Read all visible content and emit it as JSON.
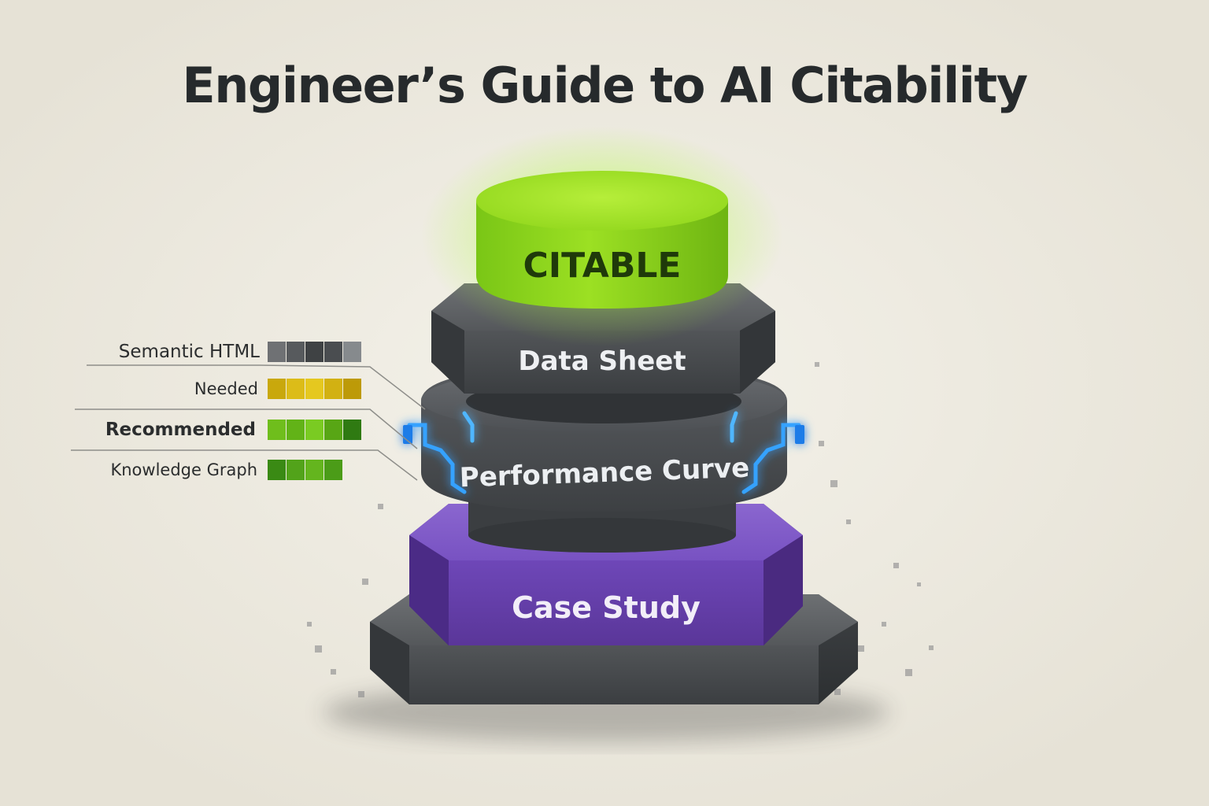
{
  "title": "Engineer’s Guide to AI Citability",
  "layers": {
    "top": "CITABLE",
    "data_sheet": "Data Sheet",
    "performance_curve": "Performance Curve",
    "case_study": "Case Study"
  },
  "legend": [
    {
      "label": "Semantic HTML",
      "swatches": [
        "#6f7174",
        "#575a5d",
        "#3f4244",
        "#4a4d50",
        "#868a8d"
      ]
    },
    {
      "label": "Needed",
      "swatches": [
        "#c9a80c",
        "#dcbc18",
        "#e5c81f",
        "#d2b112",
        "#bd9a08"
      ]
    },
    {
      "label": "Recommended",
      "swatches": [
        "#6fbe1c",
        "#62b317",
        "#7acb22",
        "#58a615",
        "#2f7a12"
      ]
    },
    {
      "label": "Knowledge Graph",
      "swatches": [
        "#3a8a14",
        "#52a31a",
        "#64b51e",
        "#4b9c18"
      ]
    }
  ],
  "colors": {
    "accent_green": "#8bd416",
    "slab_gray": "#4d5053",
    "base_purple": "#6b45b5",
    "glow_blue": "#2f8cff",
    "title_text": "#262a2c"
  }
}
